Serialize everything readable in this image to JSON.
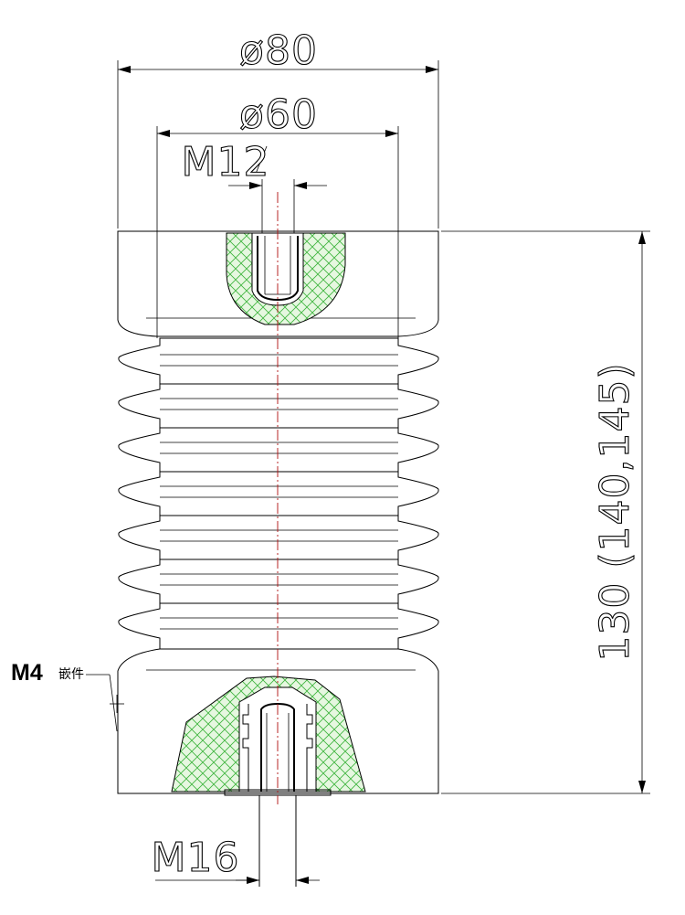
{
  "dimensions": {
    "outer_diameter": "ø80",
    "inner_diameter": "ø60",
    "top_thread": "M12",
    "bottom_thread": "M16",
    "height": "130 (140,145)"
  },
  "insert_label": {
    "code": "M4",
    "note": "嵌件"
  },
  "colors": {
    "line": "#000000",
    "centerline": "#b01010",
    "fill_hatch": "#3cb43c",
    "fill_background": "#e6f7e0"
  }
}
